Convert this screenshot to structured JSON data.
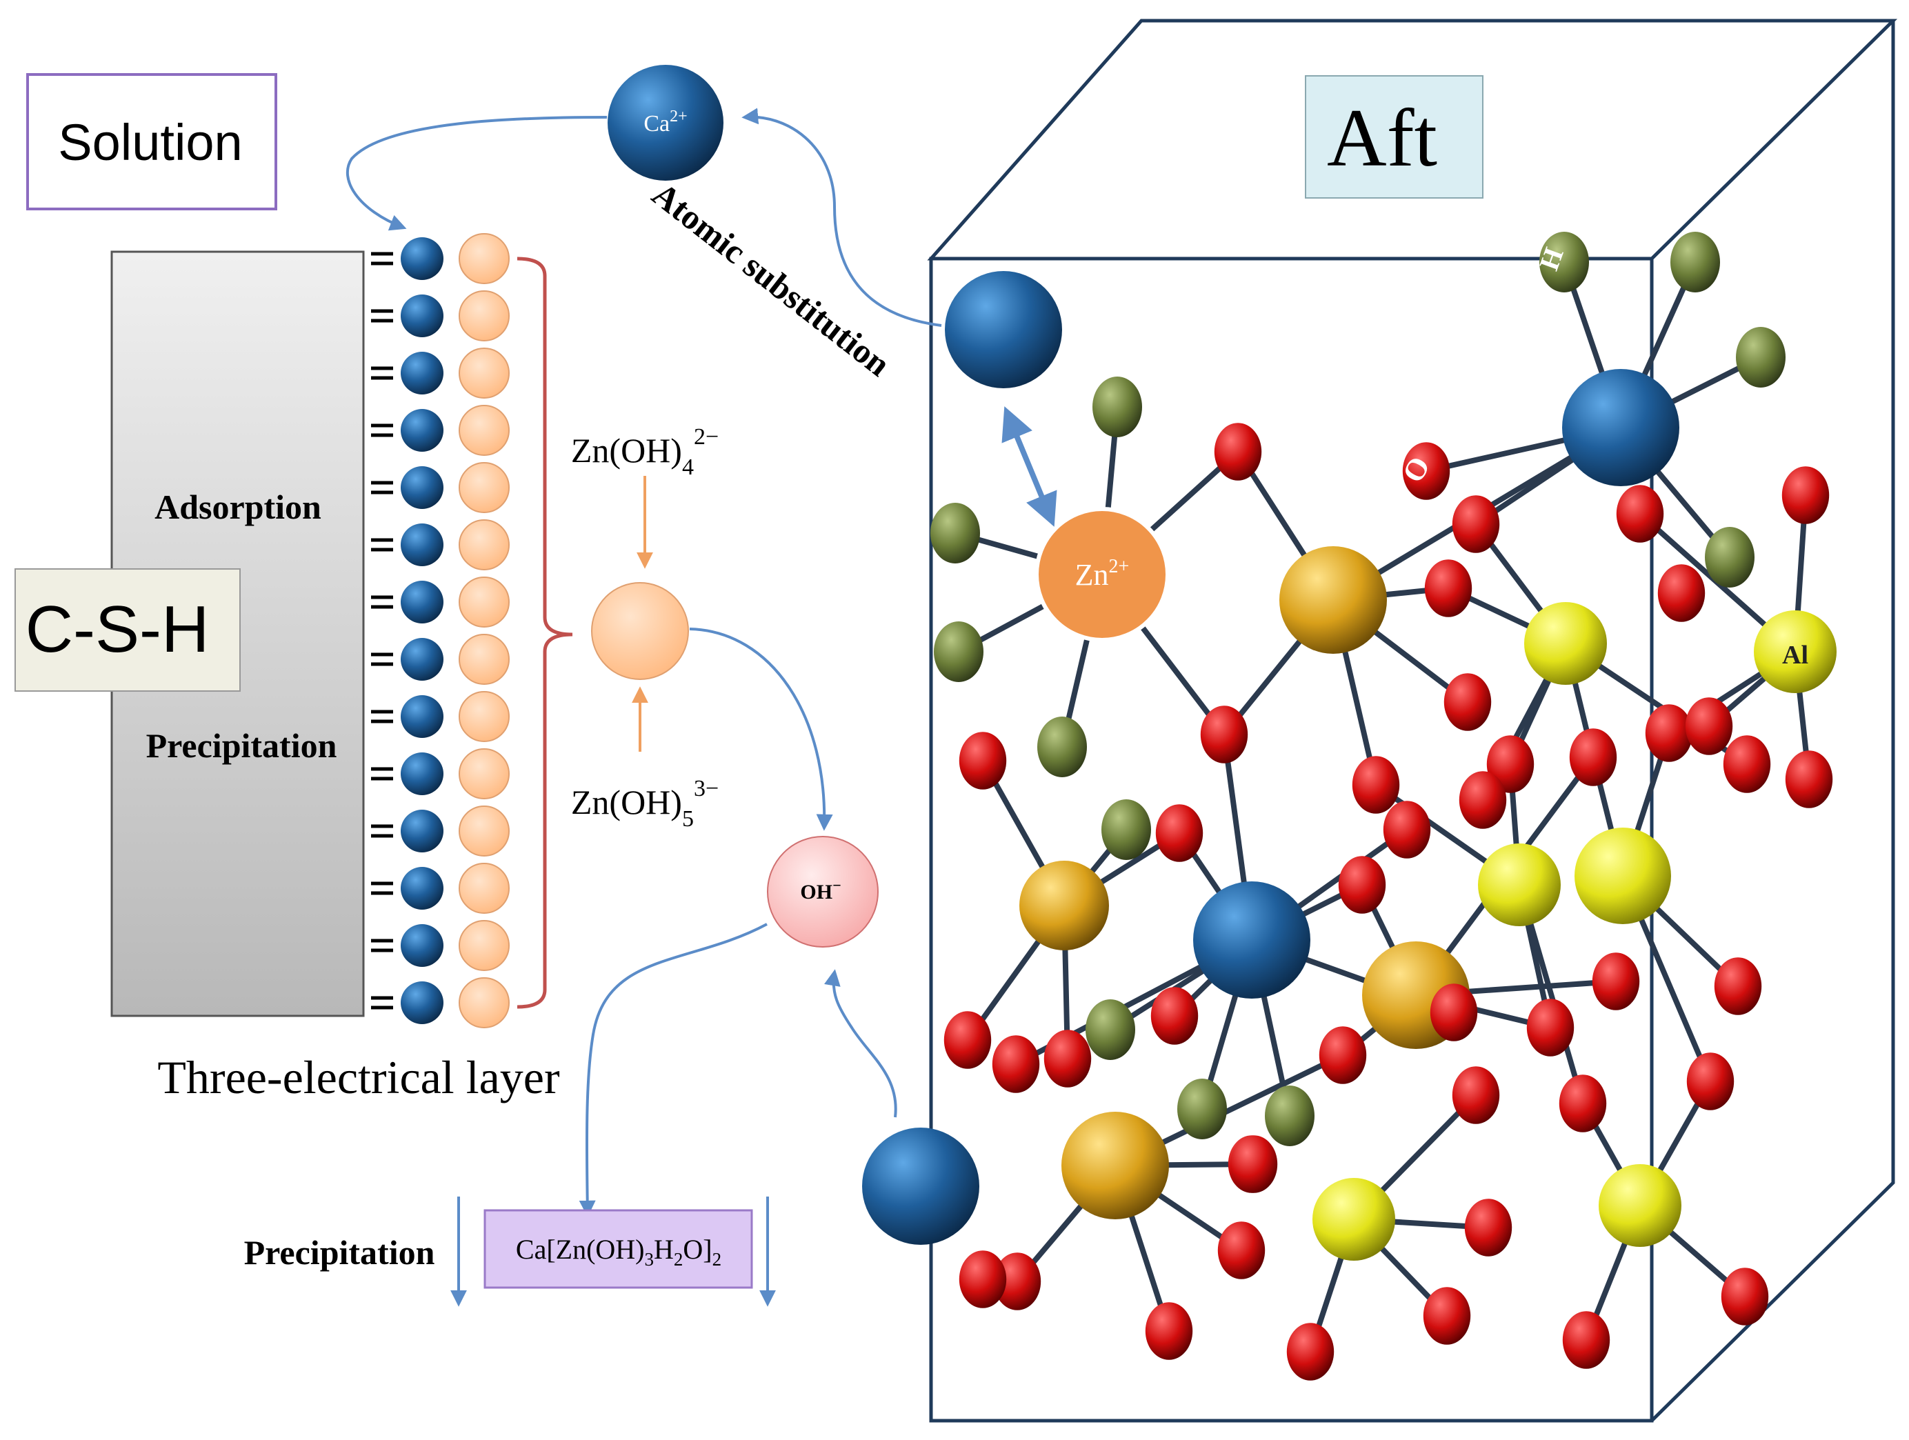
{
  "labels": {
    "solution": "Solution",
    "aft": "Aft",
    "csh": "C-S-H",
    "adsorption": "Adsorption",
    "precipitation_layer": "Precipitation",
    "three_layer": "Three-electrical layer",
    "atomic_substitution": "Atomic substitution",
    "precipitation_bottom": "Precipitation"
  },
  "ions": {
    "ca": {
      "base": "Ca",
      "sup": "2+"
    },
    "zn": {
      "base": "Zn",
      "sup": "2+"
    },
    "oh": {
      "base": "OH",
      "sup": "−"
    },
    "zn_oh4": {
      "base": "Zn(OH)",
      "sub": "4",
      "sup": "2−"
    },
    "zn_oh5": {
      "base": "Zn(OH)",
      "sub": "5",
      "sup": "3−"
    },
    "product": {
      "p1": "Ca[Zn(OH)",
      "s1": "3",
      "p2": "H",
      "s2": "2",
      "p3": "O]",
      "s3": "2"
    }
  },
  "atoms": {
    "h": "H",
    "o": "O",
    "al": "Al"
  },
  "colors": {
    "ca_blue": "#1f5f9c",
    "zn_orange": "#f0954a",
    "layer_orange": "#ffc99a",
    "oh_pink": "#f9c3c3",
    "o_red": "#d10d0d",
    "h_green": "#6b7d38",
    "s_gold": "#d9a01a",
    "al_yellow": "#e2e21a",
    "arrow_blue": "#5b8cc8",
    "arrow_orange": "#f0a060",
    "bracket_red": "#c0504d",
    "box_navy": "#1f3a5a"
  }
}
